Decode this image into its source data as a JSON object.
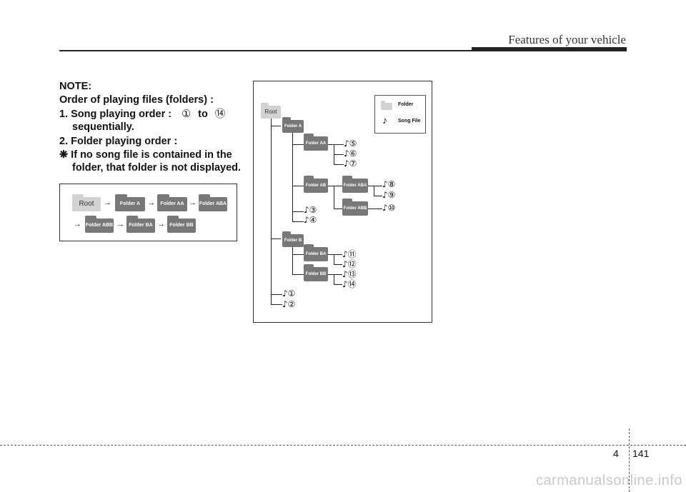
{
  "header": {
    "title": "Features of your vehicle"
  },
  "note": {
    "heading": "NOTE:",
    "line1": "Order of playing files (folders) :",
    "item1_prefix": "1. Song playing order : ",
    "item1_from": "①",
    "item1_to_word": " to ",
    "item1_to": "⑭",
    "item1_cont": "sequentially.",
    "item2": "2. Folder playing order :",
    "warning_line1": "❋ If no song file is contained in the",
    "warning_line2": "folder, that folder is not displayed."
  },
  "sequence": {
    "row1": [
      "Root",
      "Folder A",
      "Folder AA",
      "Folder ABA"
    ],
    "row2": [
      "Folder ABB",
      "Folder BA",
      "Folder BB"
    ],
    "arrow": "→"
  },
  "tree": {
    "root": "Root",
    "folders": {
      "a": "Folder A",
      "aa": "Folder AA",
      "ab": "Folder AB",
      "aba": "Folder ABA",
      "abb": "Folder ABB",
      "b": "Folder B",
      "ba": "Folder BA",
      "bb": "Folder BB"
    },
    "legend": {
      "folder": "Folder",
      "song": "Song File",
      "song_icon": "♪"
    },
    "songs": [
      "♪①",
      "♪②",
      "♪③",
      "♪④",
      "♪⑤",
      "♪⑥",
      "♪⑦",
      "♪⑧",
      "♪⑨",
      "♪⑩",
      "♪⑪",
      "♪⑫",
      "♪⑬",
      "♪⑭"
    ]
  },
  "footer": {
    "chapter": "4",
    "page": "141"
  },
  "watermark": "carmanualsonline.info"
}
